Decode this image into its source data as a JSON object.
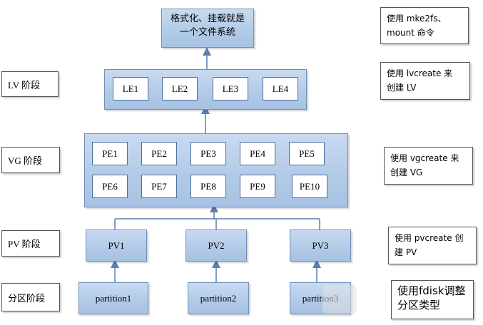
{
  "top_box": {
    "line1": "格式化、挂载就是",
    "line2": "一个文件系统"
  },
  "stages": {
    "lv": "LV 阶段",
    "vg": "VG 阶段",
    "pv": "PV 阶段",
    "partition": "分区阶段"
  },
  "le_cells": [
    "LE1",
    "LE2",
    "LE3",
    "LE4"
  ],
  "pe_cells_row1": [
    "PE1",
    "PE2",
    "PE3",
    "PE4",
    "PE5"
  ],
  "pe_cells_row2": [
    "PE6",
    "PE7",
    "PE8",
    "PE9",
    "PE10"
  ],
  "pv_nodes": [
    "PV1",
    "PV2",
    "PV3"
  ],
  "partition_nodes": [
    "partition1",
    "partition2",
    "partition3"
  ],
  "notes": {
    "format": {
      "line1": "使用 mke2fs、",
      "line2": "mount 命令"
    },
    "lv": {
      "line1": "使用 lvcreate 来",
      "line2": "创建 LV"
    },
    "vg": {
      "line1": "使用 vgcreate 来",
      "line2": "创建 VG"
    },
    "pv": {
      "line1": "使用 pvcreate 创",
      "line2": "建 PV"
    },
    "partition": {
      "line1": "使用fdisk调整",
      "line2": "分区类型"
    }
  }
}
